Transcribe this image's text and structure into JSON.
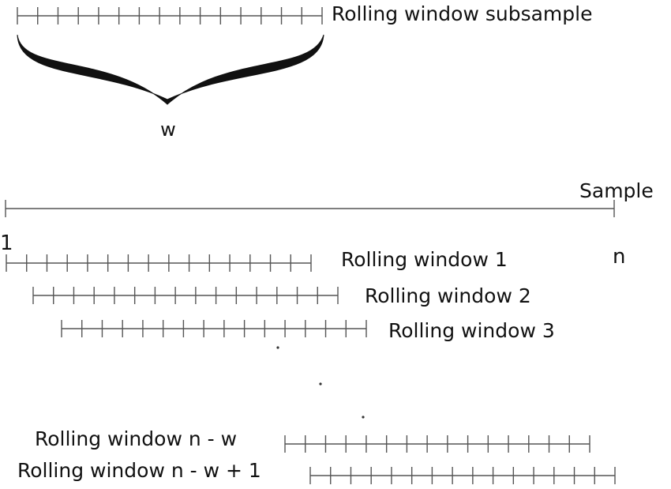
{
  "subsample": {
    "label": "Rolling window subsample",
    "width_label": "w"
  },
  "sample": {
    "label": "Sample",
    "start_label": "1",
    "end_label": "n"
  },
  "windows": [
    {
      "label": "Rolling window 1"
    },
    {
      "label": "Rolling window 2"
    },
    {
      "label": "Rolling window 3"
    },
    {
      "label": "Rolling window n - w"
    },
    {
      "label": "Rolling window n - w + 1"
    }
  ]
}
